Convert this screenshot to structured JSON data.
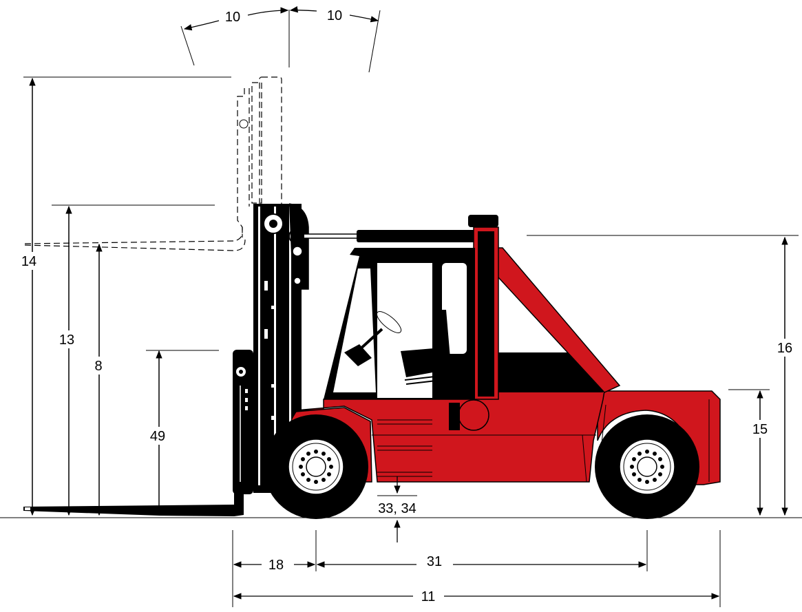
{
  "diagram": {
    "colors": {
      "body": "#d0161d",
      "line": "#000000",
      "background": "#ffffff"
    },
    "labels": {
      "tilt_back": "10",
      "tilt_forward": "10",
      "max_height": "14",
      "free_lift": "13",
      "lift_height": "8",
      "backrest_height": "49",
      "cab_height": "16",
      "seat_height": "15",
      "ground_clearance": "33, 34",
      "front_overhang": "18",
      "wheelbase": "31",
      "overall_length": "11"
    }
  }
}
